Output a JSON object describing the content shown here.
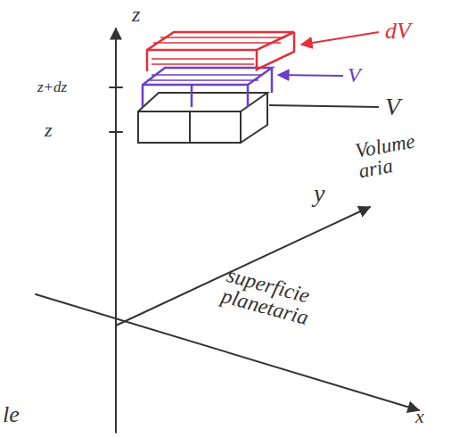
{
  "diagram": {
    "labels": [
      "z",
      "z+dz",
      "z",
      "dV",
      "V",
      "V",
      "Volume aria",
      "y",
      "superficie planetaria",
      "x",
      "le"
    ]
  }
}
